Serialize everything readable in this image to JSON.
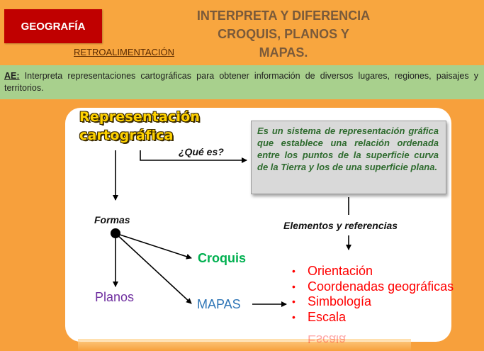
{
  "header": {
    "subject_badge": "GEOGRAFÍA",
    "title_line1": "INTERPRETA Y DIFERENCIA",
    "title_line2": "CROQUIS, PLANOS Y",
    "title_line3": "MAPAS.",
    "feedback_link": "RETROALIMENTACIÓN"
  },
  "ae": {
    "label": "AE:",
    "text": " Interpreta representaciones cartográficas para obtener información de diversos lugares, regiones, paisajes y territorios."
  },
  "diagram": {
    "title_line1": "Representación",
    "title_line2": "cartográfica",
    "question": "¿Qué es?",
    "definition": "Es un sistema de representación gráfica que establece una relación ordenada entre los puntos de la superficie curva de la Tierra y los de una superficie plana.",
    "forms_label": "Formas",
    "elements_label": "Elementos y referencias",
    "forms": {
      "croquis": "Croquis",
      "planos": "Planos",
      "mapas": "MAPAS"
    },
    "elements": [
      "Orientación",
      "Coordenadas geográficas",
      "Simbología",
      "Escala"
    ],
    "reflection_text": "Escala"
  },
  "colors": {
    "background": "#f7a03c",
    "badge": "#c00000",
    "ae_bar": "#a8d08d",
    "croquis": "#00b050",
    "planos": "#7030a0",
    "mapas": "#2e75b6",
    "elements": "#ff0000",
    "definition": "#2e6b2e"
  }
}
